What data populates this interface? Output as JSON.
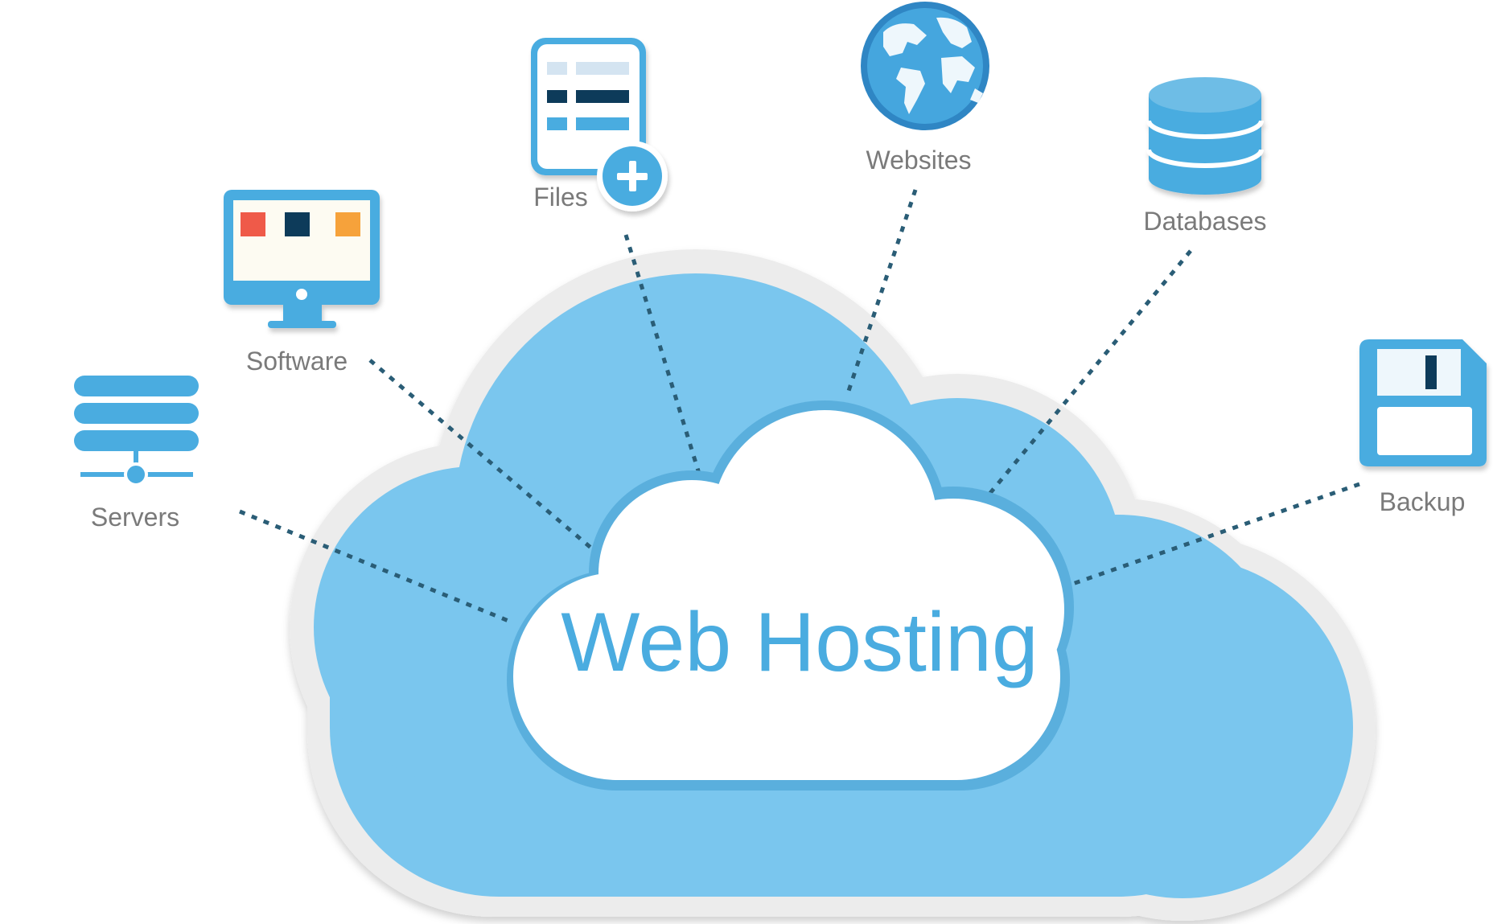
{
  "title": "Web Hosting",
  "nodes": [
    {
      "id": "servers",
      "label": "Servers",
      "icon": "server-rack-icon"
    },
    {
      "id": "software",
      "label": "Software",
      "icon": "monitor-icon"
    },
    {
      "id": "files",
      "label": "Files",
      "icon": "file-add-icon"
    },
    {
      "id": "websites",
      "label": "Websites",
      "icon": "globe-icon"
    },
    {
      "id": "databases",
      "label": "Databases",
      "icon": "database-icon"
    },
    {
      "id": "backup",
      "label": "Backup",
      "icon": "floppy-disk-icon"
    }
  ],
  "colors": {
    "cloud_blue": "#7ac6ee",
    "icon_blue": "#4aace0",
    "dark_navy": "#0e3a5a",
    "connector": "#2a5d76",
    "label_gray": "#7a7a7a",
    "accent_red": "#ef5a4a",
    "accent_orange": "#f6a23a"
  }
}
